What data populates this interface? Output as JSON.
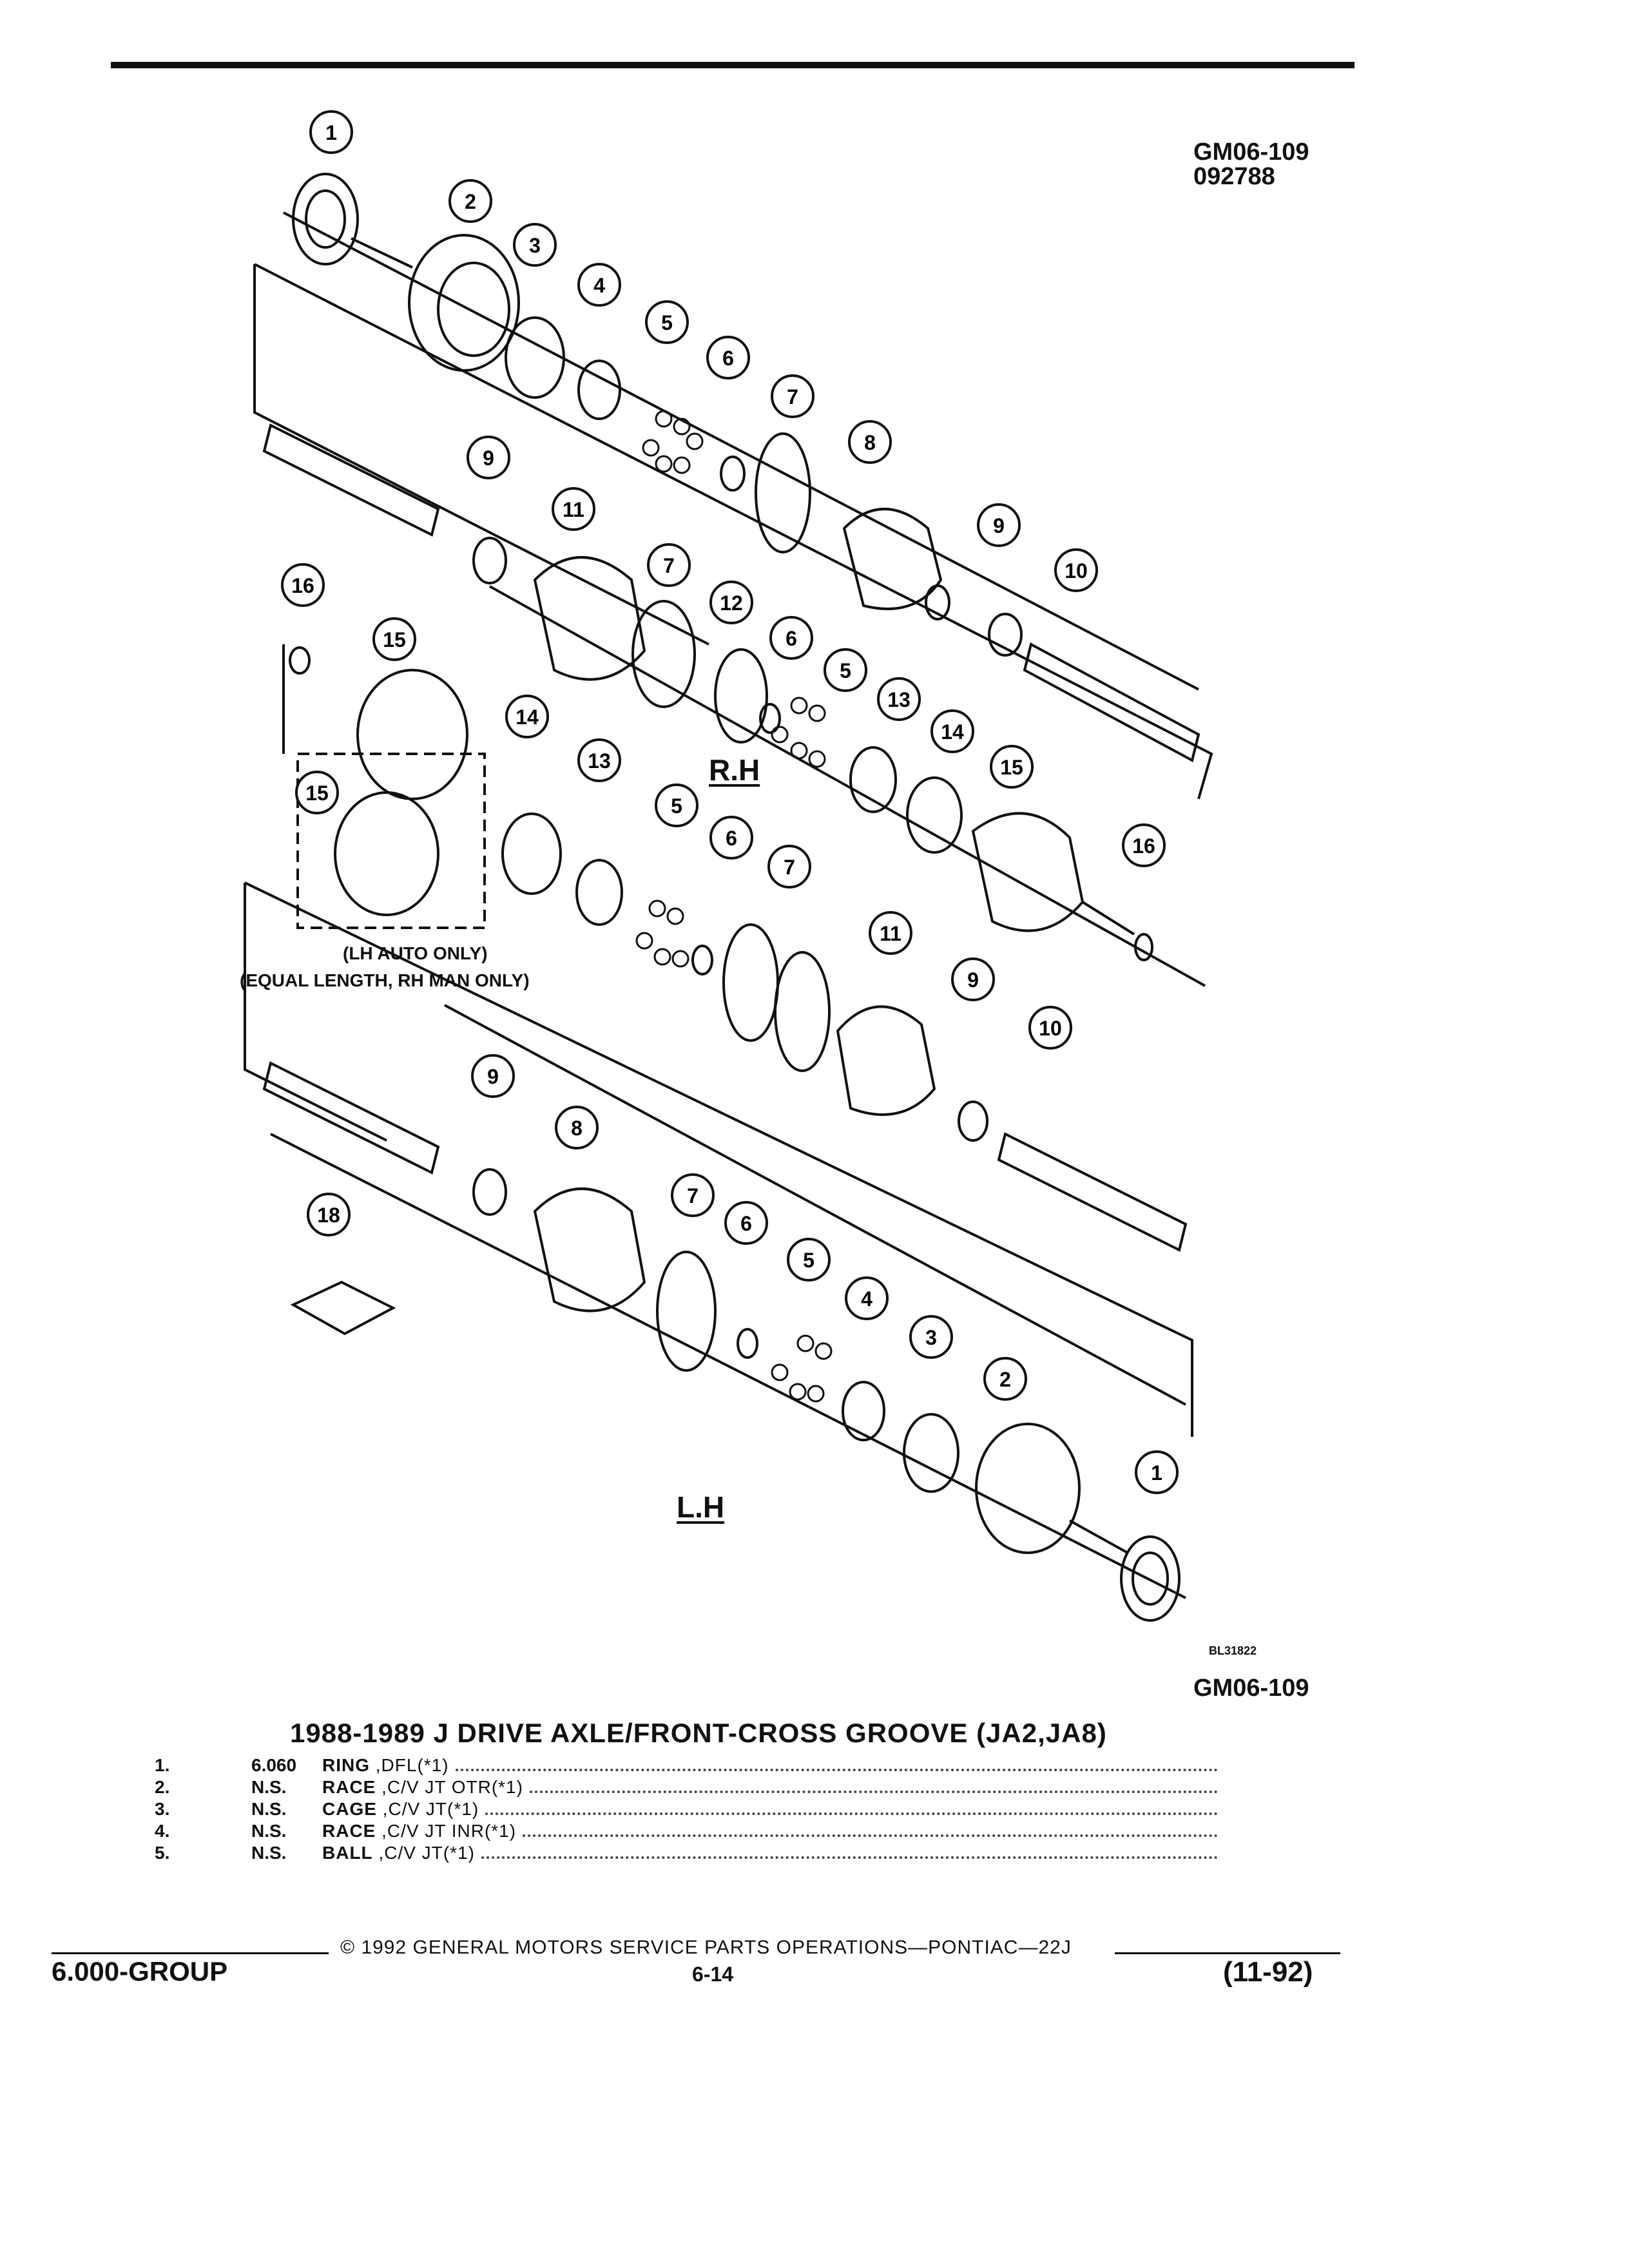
{
  "figure": {
    "code_top": "GM06-109",
    "date_code": "092788",
    "code_bottom": "GM06-109",
    "illustration_ref": "BL31822",
    "side_labels": {
      "rh": "R.H",
      "lh": "L.H"
    },
    "notes": [
      "(LH AUTO ONLY)",
      "(EQUAL LENGTH, RH MAN ONLY)"
    ],
    "callout_numbers": [
      "1",
      "2",
      "3",
      "4",
      "5",
      "6",
      "7",
      "8",
      "9",
      "10",
      "11",
      "12",
      "13",
      "14",
      "15",
      "16",
      "18"
    ]
  },
  "title": "1988-1989 J DRIVE AXLE/FRONT-CROSS GROOVE (JA2,JA8)",
  "parts": [
    {
      "num": "1.",
      "code": "6.060",
      "name": "RING",
      "spec": ",DFL(*1)"
    },
    {
      "num": "2.",
      "code": "N.S.",
      "name": "RACE",
      "spec": ",C/V JT OTR(*1)"
    },
    {
      "num": "3.",
      "code": "N.S.",
      "name": "CAGE",
      "spec": ",C/V JT(*1)"
    },
    {
      "num": "4.",
      "code": "N.S.",
      "name": "RACE",
      "spec": ",C/V JT INR(*1)"
    },
    {
      "num": "5.",
      "code": "N.S.",
      "name": "BALL",
      "spec": ",C/V JT(*1)"
    }
  ],
  "footer": {
    "copyright": "© 1992 GENERAL MOTORS SERVICE PARTS OPERATIONS—PONTIAC—22J",
    "group": "6.000-GROUP",
    "page": "6-14",
    "date": "(11-92)"
  }
}
